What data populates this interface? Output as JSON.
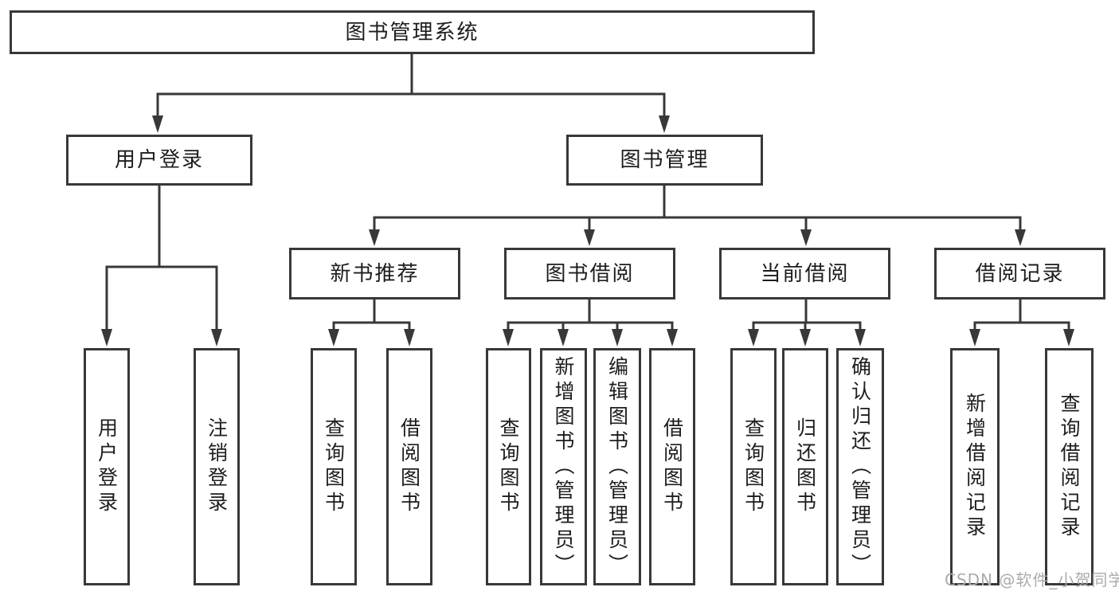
{
  "tree": {
    "label": "图书管理系统",
    "children": [
      {
        "label": "用户登录",
        "children": [
          {
            "label": "用户登录"
          },
          {
            "label": "注销登录"
          }
        ]
      },
      {
        "label": "图书管理",
        "children": [
          {
            "label": "新书推荐",
            "children": [
              {
                "label": "查询图书"
              },
              {
                "label": "借阅图书"
              }
            ]
          },
          {
            "label": "图书借阅",
            "children": [
              {
                "label": "查询图书"
              },
              {
                "label": "新增图书（管理员）"
              },
              {
                "label": "编辑图书（管理员）"
              },
              {
                "label": "借阅图书"
              }
            ]
          },
          {
            "label": "当前借阅",
            "children": [
              {
                "label": "查询图书"
              },
              {
                "label": "归还图书"
              },
              {
                "label": "确认归还（管理员）"
              }
            ]
          },
          {
            "label": "借阅记录",
            "children": [
              {
                "label": "新增借阅记录"
              },
              {
                "label": "查询借阅记录"
              }
            ]
          }
        ]
      }
    ]
  },
  "watermark": "CSDN @软件_小贺同学",
  "colors": {
    "line": "#383838",
    "box_border": "#383838",
    "box_background": "#ffffff",
    "text": "#1d1d1d",
    "page_background": "#ffffff",
    "watermark": "#ababab"
  }
}
